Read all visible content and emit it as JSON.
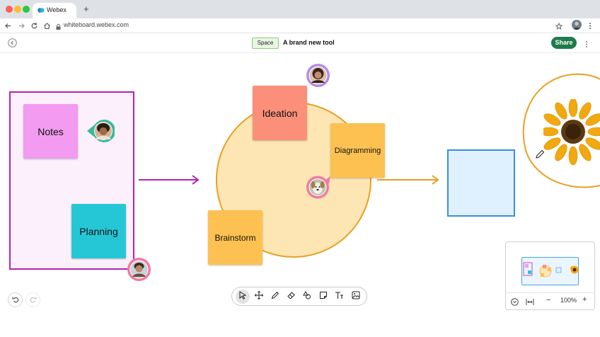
{
  "browser": {
    "tab_title": "Webex",
    "new_tab_glyph": "+",
    "url": "whiteboard.webex.com"
  },
  "header": {
    "space_badge": "Space",
    "title": "A brand new tool",
    "share_label": "Share"
  },
  "canvas": {
    "notes": {
      "notes": "Notes",
      "planning": "Planning",
      "ideation": "Ideation",
      "diagramming": "Diagramming",
      "brainstorm": "Brainstorm"
    }
  },
  "minimap": {
    "zoom": "100%",
    "minus": "−",
    "plus": "+"
  },
  "icons": {
    "back": "back-icon",
    "undo": "undo-icon",
    "redo": "redo-icon",
    "select": "select-icon",
    "move": "move-icon",
    "pen": "pen-icon",
    "eraser": "eraser-icon",
    "shapes": "shapes-icon",
    "sticky": "sticky-note-icon",
    "text": "text-icon",
    "image": "image-icon"
  },
  "colors": {
    "frame": "#b324b2",
    "share": "#1f7a4c",
    "circle": "#fde6b4",
    "circle_border": "#e8a020",
    "notes_pink": "#f29bf0",
    "planning_teal": "#25c7d6",
    "ideation_salmon": "#fb8f7a",
    "note_yellow": "#fdc152",
    "blue_square": "#dff0ff"
  }
}
